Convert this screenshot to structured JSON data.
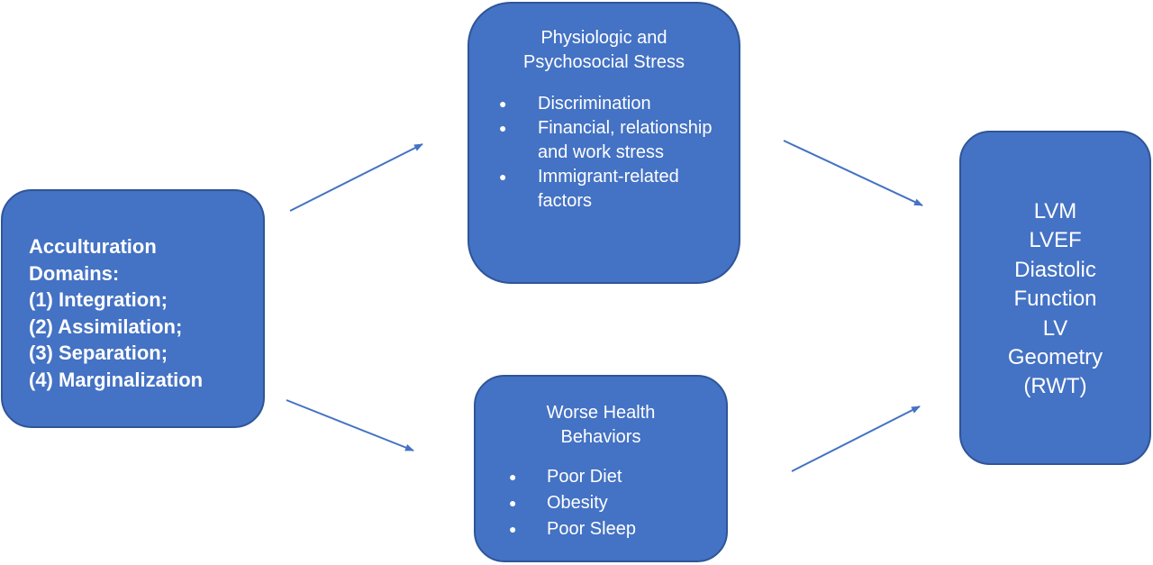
{
  "colors": {
    "box_fill": "#4472c4",
    "box_border": "#2f5597",
    "arrow": "#4472c4",
    "text": "#ffffff"
  },
  "acculturation": {
    "lines": [
      "Acculturation",
      "Domains:",
      "(1) Integration;",
      "(2) Assimilation;",
      "(3) Separation;",
      "(4) Marginalization"
    ]
  },
  "stress": {
    "title_lines": [
      "Physiologic and",
      "Psychosocial Stress"
    ],
    "items": [
      "Discrimination",
      "Financial, relationship and work stress",
      "Immigrant-related factors"
    ]
  },
  "behaviors": {
    "title_lines": [
      "Worse Health",
      "Behaviors"
    ],
    "items": [
      "Poor Diet",
      "Obesity",
      "Poor Sleep"
    ]
  },
  "outcomes": {
    "lines": [
      "LVM",
      "LVEF",
      "Diastolic",
      "Function",
      "LV",
      "Geometry",
      "(RWT)"
    ]
  },
  "arrows": [
    {
      "from": "acculturation",
      "to": "stress"
    },
    {
      "from": "acculturation",
      "to": "behaviors"
    },
    {
      "from": "stress",
      "to": "outcomes"
    },
    {
      "from": "behaviors",
      "to": "outcomes"
    }
  ]
}
